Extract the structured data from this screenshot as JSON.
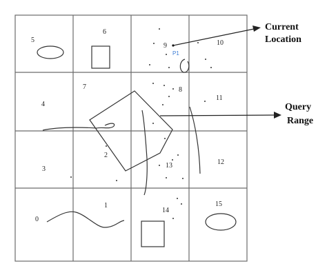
{
  "diagram": {
    "cells": [
      {
        "id": "0",
        "label": "0"
      },
      {
        "id": "1",
        "label": "1"
      },
      {
        "id": "2",
        "label": "2"
      },
      {
        "id": "3",
        "label": "3"
      },
      {
        "id": "4",
        "label": "4"
      },
      {
        "id": "5",
        "label": "5"
      },
      {
        "id": "6",
        "label": "6"
      },
      {
        "id": "7",
        "label": "7"
      },
      {
        "id": "8",
        "label": "8"
      },
      {
        "id": "9",
        "label": "9"
      },
      {
        "id": "10",
        "label": "10"
      },
      {
        "id": "11",
        "label": "11"
      },
      {
        "id": "12",
        "label": "12"
      },
      {
        "id": "13",
        "label": "13"
      },
      {
        "id": "14",
        "label": "14"
      },
      {
        "id": "15",
        "label": "15"
      }
    ],
    "point_label": "P1",
    "callouts": {
      "current_location": {
        "line1": "Current",
        "line2": "Location"
      },
      "query_range": {
        "line1": "Query",
        "line2": "Range"
      }
    },
    "colors": {
      "grid": "#6a6a6a",
      "shape": "#333333",
      "point_label": "#3a7bd5"
    }
  }
}
